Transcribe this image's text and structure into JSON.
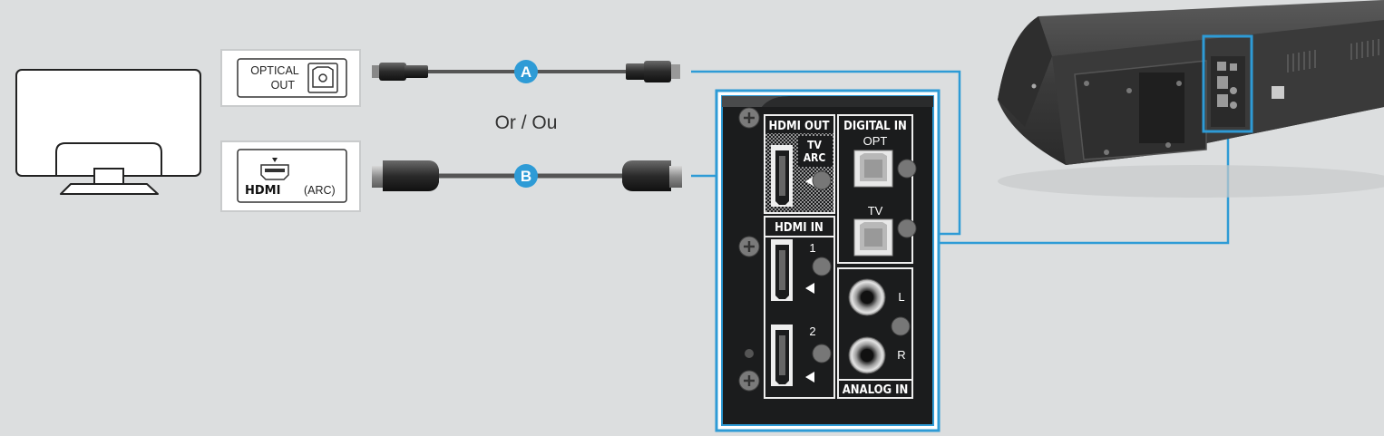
{
  "tv_ports": {
    "optical_label_line1": "OPTICAL",
    "optical_label_line2": "OUT",
    "hdmi_logo": "HDMI",
    "hdmi_arc": "(ARC)"
  },
  "cables": {
    "a_marker": "A",
    "b_marker": "B",
    "alternative_text": "Or / Ou"
  },
  "panel": {
    "hdmi_out": "HDMI OUT",
    "tv_line1": "TV",
    "tv_line2": "ARC",
    "digital_in": "DIGITAL IN",
    "opt": "OPT",
    "tv": "TV",
    "hdmi_in": "HDMI IN",
    "hdmi_in_1": "1",
    "hdmi_in_2": "2",
    "analog_l": "L",
    "analog_r": "R",
    "analog_in": "ANALOG IN"
  },
  "colors": {
    "accent": "#2e9bd6",
    "panel_bg": "#1b1c1d",
    "background": "#dcdedf"
  },
  "icons": [
    "tv-icon",
    "optical-port-icon",
    "hdmi-port-icon",
    "optical-plug-icon",
    "hdmi-plug-icon",
    "soundbar-icon",
    "screw-icon"
  ]
}
